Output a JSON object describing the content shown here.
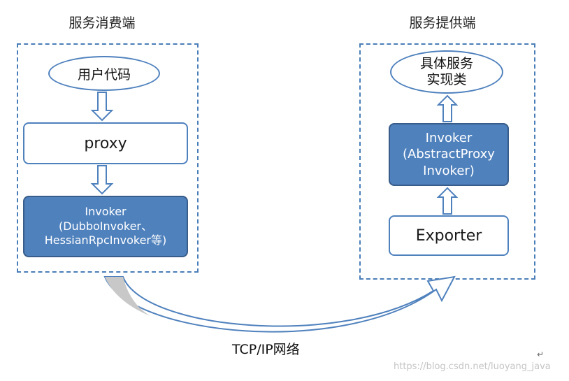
{
  "consumer": {
    "title": "服务消费端",
    "user_code": "用户代码",
    "proxy": "proxy",
    "invoker_lines": [
      "Invoker",
      "(DubboInvoker、",
      "HessianRpcInvoker等)"
    ]
  },
  "provider": {
    "title": "服务提供端",
    "impl_lines": [
      "具体服务",
      "实现类"
    ],
    "invoker_lines": [
      "Invoker",
      "(AbstractProxy",
      "Invoker)"
    ],
    "exporter": "Exporter"
  },
  "network_label": "TCP/IP网络",
  "watermark": "https://blog.csdn.net/luoyang_java",
  "return_mark": "↵",
  "colors": {
    "accent": "#4f81bd",
    "accent_dark": "#385d8a",
    "dashed_border": "#4a7eb8"
  }
}
